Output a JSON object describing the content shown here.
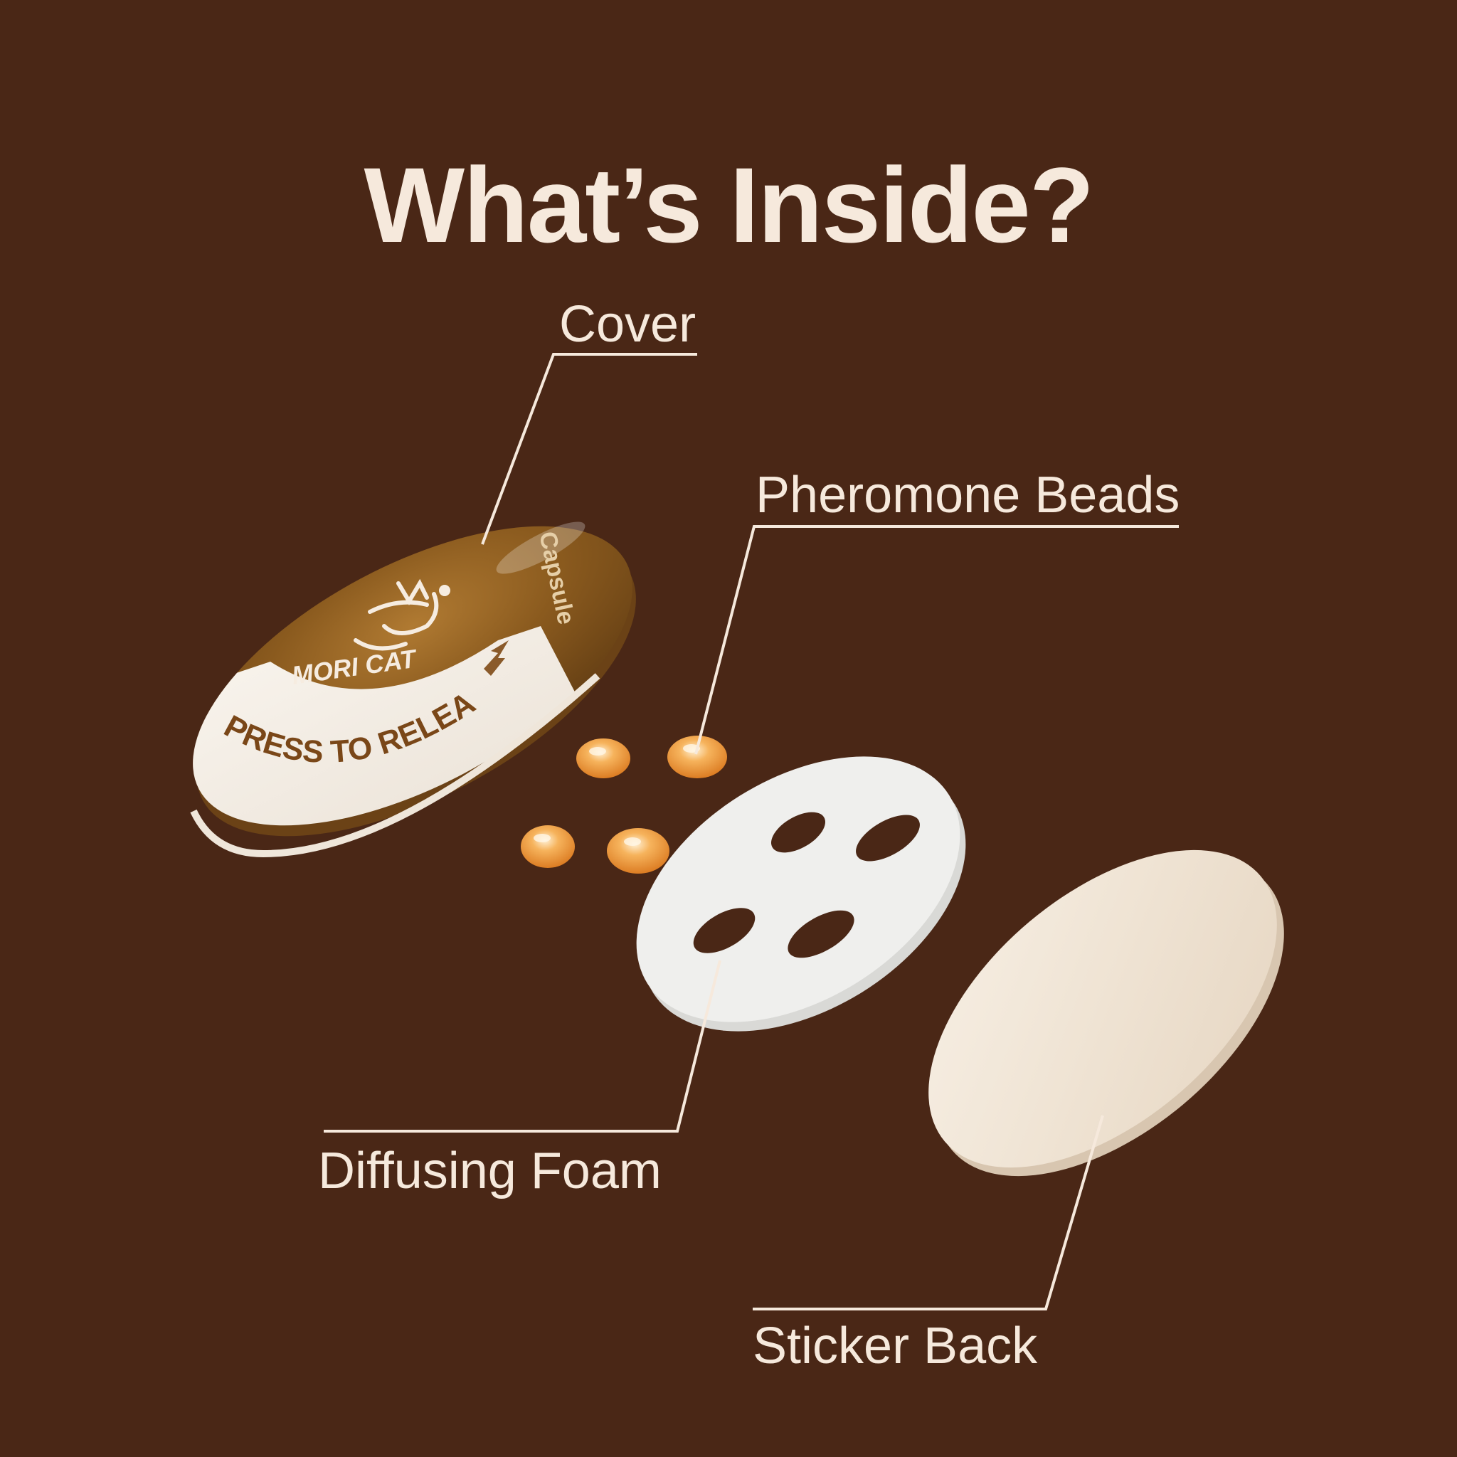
{
  "heading": "What’s Inside?",
  "components": {
    "cover": "Cover",
    "beads": "Pheromone Beads",
    "foam": "Diffusing Foam",
    "back": "Sticker Back"
  },
  "product_print": {
    "brand": "MORI CAT",
    "capsule": "Capsule",
    "release_text": "PRESS TO RELEASE"
  },
  "colors": {
    "background": "#4a2716",
    "text": "#f6e9dc",
    "cover_brown": "#8a5a1e",
    "cover_white": "#f4ede3",
    "bead_orange": "#ef9a3c",
    "foam_white": "#eeeeec",
    "sticker_cream": "#f1e6d8"
  }
}
